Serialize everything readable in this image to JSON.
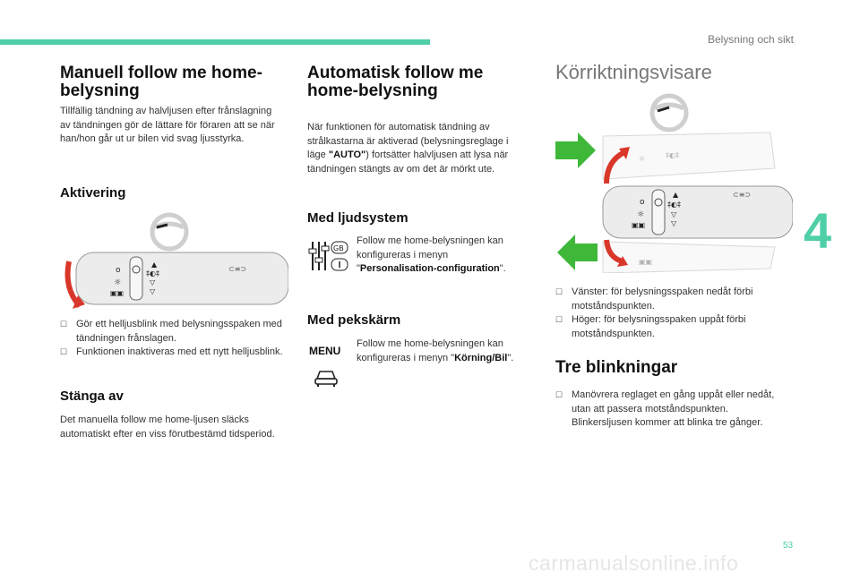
{
  "header": {
    "section_title": "Belysning och sikt",
    "chapter": "4",
    "page": "53"
  },
  "col1": {
    "title": "Manuell follow me home-belysning",
    "intro": "Tillfällig tändning av halvljusen efter frånslagning av tändningen gör de lättare för föraren att se när han/hon går ut ur bilen vid svag ljusstyrka.",
    "activation_heading": "Aktivering",
    "bullets": [
      "Gör ett helljusblink med belysningsspaken med tändningen frånslagen.",
      "Funktionen inaktiveras med ett nytt helljusblink."
    ],
    "off_heading": "Stänga av",
    "off_text": "Det manuella follow me home-ljusen släcks automatiskt efter en viss förutbestämd tidsperiod."
  },
  "col2": {
    "title": "Automatisk follow me home-belysning",
    "intro_pre": "När funktionen för automatisk tändning av strålkastarna är aktiverad (belysningsreglage i läge ",
    "intro_auto": "\"AUTO\"",
    "intro_post": ") fortsätter halvljusen att lysa när tändningen stängts av om det är mörkt ute.",
    "audio_heading": "Med ljudsystem",
    "audio_text_pre": "Follow me home-belysningen kan konfigureras i menyn \"",
    "audio_menu": "Personalisation-configuration",
    "audio_text_post": "\".",
    "touch_heading": "Med pekskärm",
    "touch_text_pre": "Follow me home-belysningen kan konfigureras i menyn \"",
    "touch_menu": "Körning/Bil",
    "touch_text_post": "\".",
    "menu_label": "MENU",
    "gb_label": "GB"
  },
  "col3": {
    "title": "Körriktningsvisare",
    "bullets": [
      "Vänster: för belysningsspaken nedåt förbi motståndspunkten.",
      "Höger: för belysningsspaken uppåt förbi motståndspunkten."
    ],
    "triple_heading": "Tre blinkningar",
    "triple_bullets": [
      "Manövrera reglaget en gång uppåt eller nedåt, utan att passera motståndspunkten. Blinkersljusen kommer att blinka tre gånger."
    ]
  },
  "watermark": "carmanualsonline.info",
  "colors": {
    "accent": "#4ecfa8",
    "arrow_red": "#d9372a",
    "arrow_green": "#3fb83a"
  }
}
